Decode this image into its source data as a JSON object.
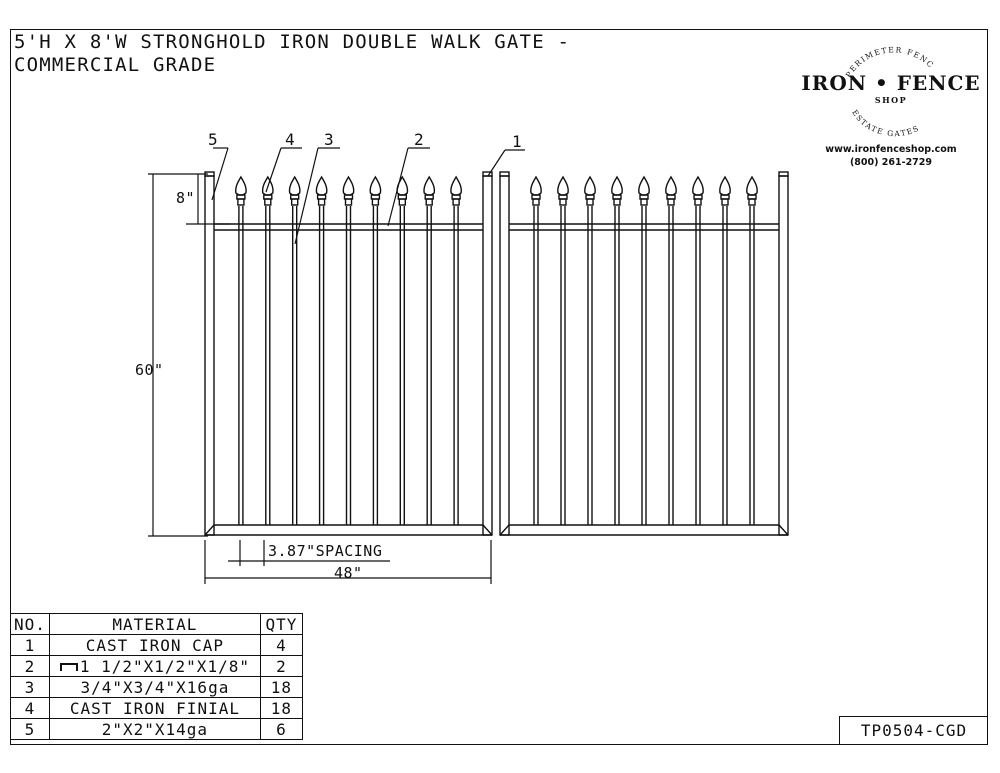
{
  "title_line1": "5'H X 8'W STRONGHOLD IRON DOUBLE WALK GATE -",
  "title_line2": "COMMERCIAL GRADE",
  "logo": {
    "arc_top": "PERIMETER FENCING",
    "name": "IRON • FENCE",
    "sub": "SHOP",
    "arc_bottom": "ESTATE GATES",
    "url": "www.ironfenceshop.com",
    "phone": "(800) 261-2729"
  },
  "callouts": [
    "5",
    "4",
    "3",
    "2",
    "1"
  ],
  "dimensions": {
    "height_top": "8\"",
    "height_main": "60\"",
    "spacing": "3.87\"SPACING",
    "width": "48\""
  },
  "bom": {
    "headers": [
      "NO.",
      "MATERIAL",
      "QTY"
    ],
    "rows": [
      {
        "no": "1",
        "material": "CAST IRON CAP",
        "qty": "4"
      },
      {
        "no": "2",
        "material": "1 1/2\"X1/2\"X1/8\"",
        "qty": "2"
      },
      {
        "no": "3",
        "material": "3/4\"X3/4\"X16ga",
        "qty": "18"
      },
      {
        "no": "4",
        "material": "CAST IRON FINIAL",
        "qty": "18"
      },
      {
        "no": "5",
        "material": "2\"X2\"X14ga",
        "qty": "6"
      }
    ]
  },
  "drawing_code": "TP0504-CGD"
}
